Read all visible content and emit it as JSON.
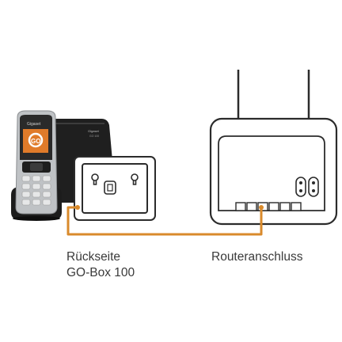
{
  "labels": {
    "back_side_line1": "Rückseite",
    "back_side_line2": "GO-Box 100",
    "router_port": "Routeranschluss"
  },
  "device_text": {
    "phone_brand": "Gigaset",
    "base_brand": "Gigaset",
    "base_model": "GO 100",
    "screen_symbol": "GO"
  },
  "colors": {
    "cable": "#d98a2b",
    "outline": "#2b2b2b",
    "phone_screen": "#e07b2a",
    "base_body": "#1f1f1f",
    "label_text": "#3a3a3a"
  },
  "icons": [
    "phone-handset-icon",
    "base-station-icon",
    "wall-plate-icon",
    "router-icon",
    "antenna-icon"
  ]
}
